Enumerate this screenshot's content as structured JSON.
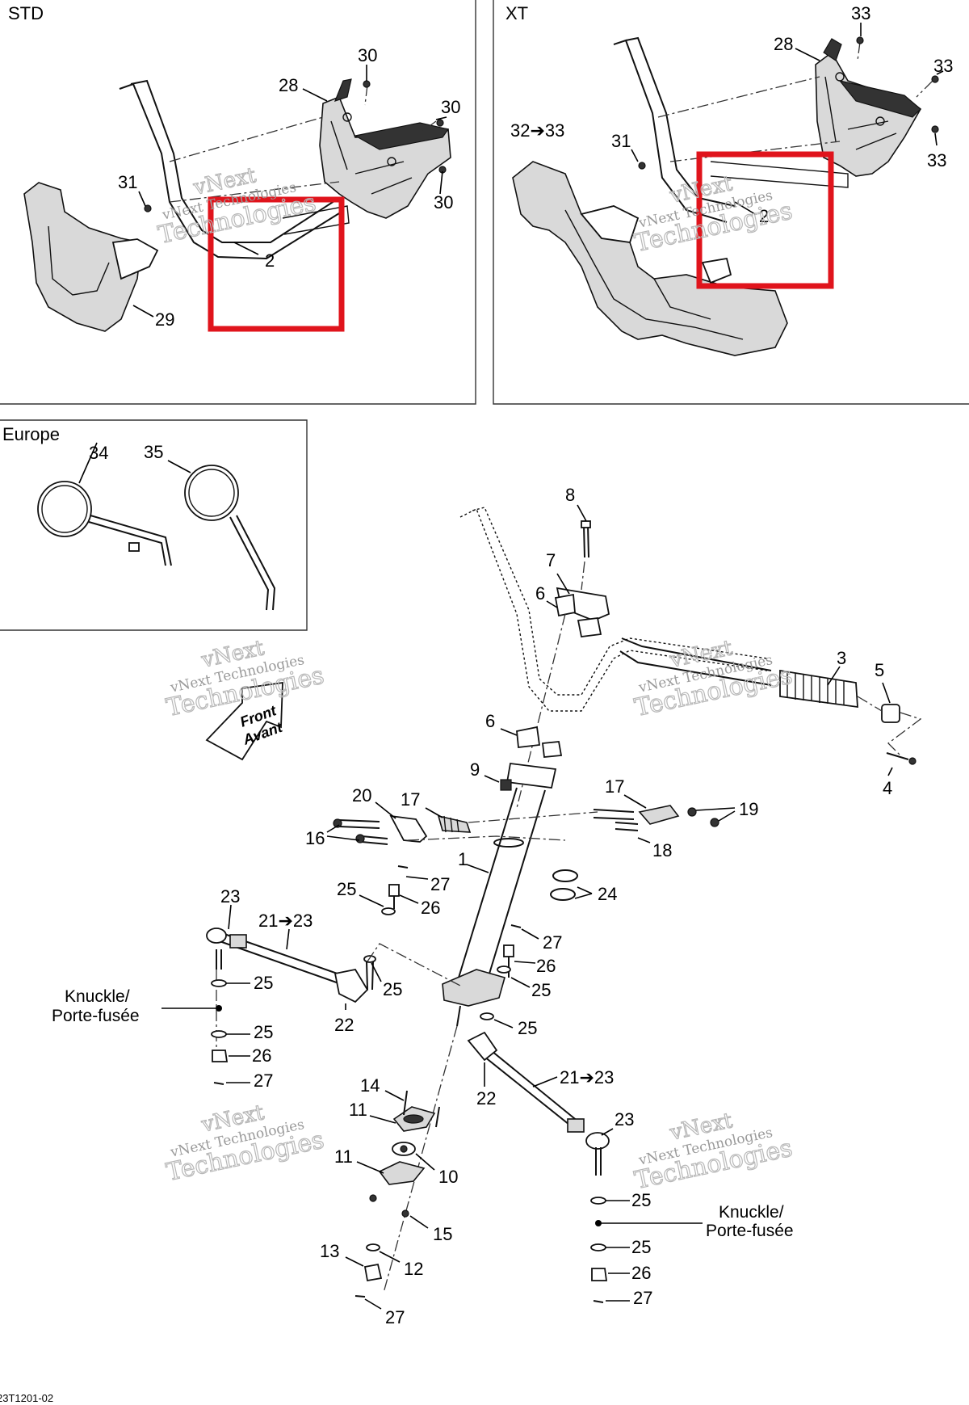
{
  "panels": {
    "std": "STD",
    "xt": "XT",
    "europe": "Europe"
  },
  "callouts": {
    "std_30a": "30",
    "std_28": "28",
    "std_30b": "30",
    "std_31": "31",
    "std_30c": "30",
    "std_2": "2",
    "std_29": "29",
    "xt_33a": "33",
    "xt_28": "28",
    "xt_33b": "33",
    "xt_3233": "32➔33",
    "xt_31": "31",
    "xt_33c": "33",
    "xt_2": "2",
    "eu_34": "34",
    "eu_35": "35",
    "m_8": "8",
    "m_7": "7",
    "m_6a": "6",
    "m_3": "3",
    "m_5": "5",
    "m_6b": "6",
    "m_4": "4",
    "m_9": "9",
    "m_20": "20",
    "m_17a": "17",
    "m_17b": "17",
    "m_19": "19",
    "m_16": "16",
    "m_18": "18",
    "m_1": "1",
    "m_27a": "27",
    "m_24": "24",
    "m_25a": "25",
    "m_26a": "26",
    "m_23a": "23",
    "m_2123a": "21➔23",
    "m_27b": "27",
    "m_26b": "26",
    "m_25b": "25",
    "m_25c": "25",
    "m_25d": "25",
    "m_22a": "22",
    "m_25e": "25",
    "m_25f": "25",
    "m_26c": "26",
    "m_27c": "27",
    "m_2123b": "21➔23",
    "m_22b": "22",
    "m_14": "14",
    "m_11a": "11",
    "m_23b": "23",
    "m_11b": "11",
    "m_10": "10",
    "m_15": "15",
    "m_25g": "25",
    "m_13": "13",
    "m_12": "12",
    "m_25h": "25",
    "m_26d": "26",
    "m_27d": "27",
    "m_27e": "27"
  },
  "knuckle_left": {
    "line1": "Knuckle/",
    "line2": "Porte-fusée"
  },
  "knuckle_right": {
    "line1": "Knuckle/",
    "line2": "Porte-fusée"
  },
  "front_sign": {
    "line1": "Front",
    "line2": "Avant"
  },
  "watermark": {
    "line1": "vNext",
    "line2": "vNext Technologies",
    "line3": "Technologies"
  },
  "drawing_id": "23T1201-02",
  "colors": {
    "highlight": "#e0141c",
    "line": "#111111",
    "watermark": "#b8b8b8"
  }
}
